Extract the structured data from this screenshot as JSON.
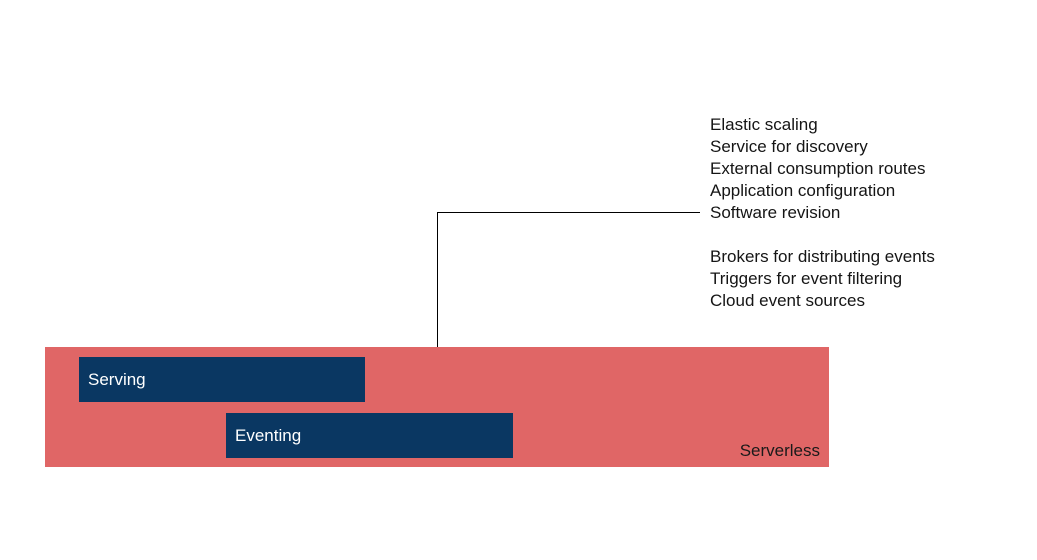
{
  "diagram": {
    "platform": {
      "label": "Serverless",
      "color": "#e06666"
    },
    "components": [
      {
        "label": "Serving",
        "color": "#0a3762"
      },
      {
        "label": "Eventing",
        "color": "#0a3762"
      }
    ],
    "features": {
      "serving": [
        "Elastic scaling",
        "Service for discovery",
        "External consumption routes",
        "Application configuration",
        "Software revision"
      ],
      "eventing": [
        "Brokers for distributing events",
        "Triggers for event filtering",
        "Cloud event sources"
      ]
    }
  }
}
